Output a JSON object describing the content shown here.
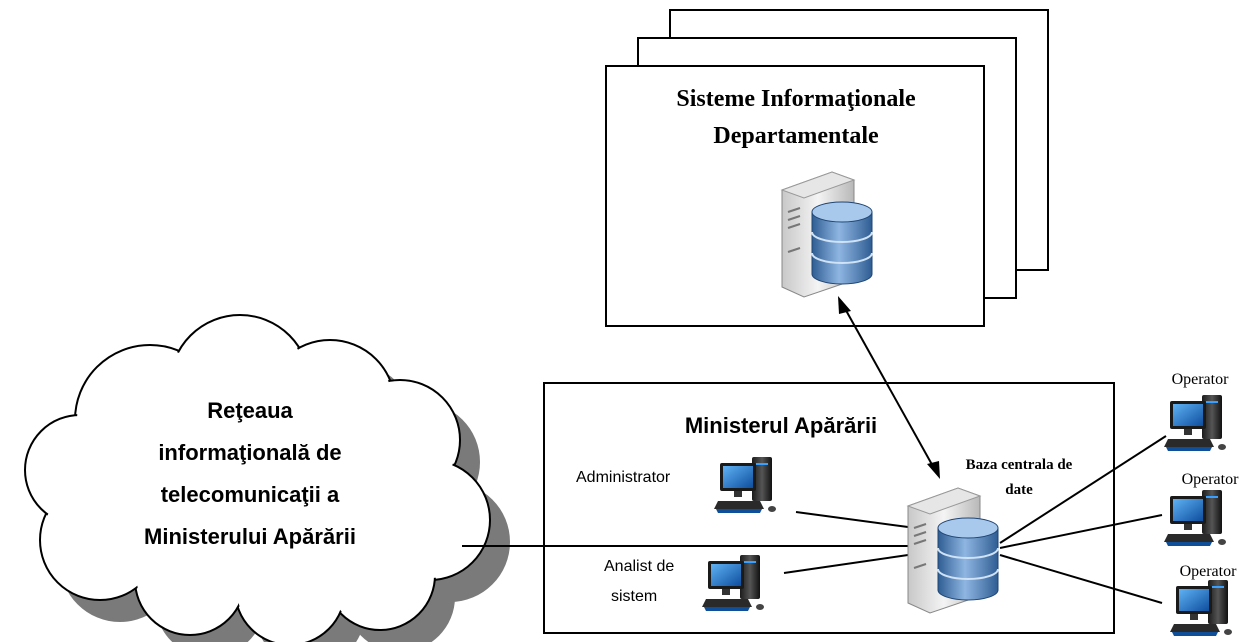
{
  "departmental_box": {
    "title_line1": "Sisteme Informaţionale",
    "title_line2": "Departamentale",
    "server_icon": "database-server-icon"
  },
  "network_cloud": {
    "line1": "Reţeaua",
    "line2": "informaţională de",
    "line3": "telecomunicaţii a",
    "line4": "Ministerului Apărării"
  },
  "ministry_box": {
    "title": "Ministerul Apărării",
    "central_db_line1": "Baza centrala de",
    "central_db_line2": "date",
    "central_server_icon": "database-server-icon",
    "administrator_label": "Administrator",
    "analyst_line1": "Analist de",
    "analyst_line2": "sistem",
    "workstation_icon": "desktop-computer-icon"
  },
  "operators": [
    {
      "label": "Operator"
    },
    {
      "label": "Operator"
    },
    {
      "label": "Operator"
    }
  ],
  "colors": {
    "stroke": "#000000",
    "db_blue": "#3f6fa6",
    "screen_blue": "#1e6fc4",
    "cloud_shadow": "#7a7a7a"
  }
}
